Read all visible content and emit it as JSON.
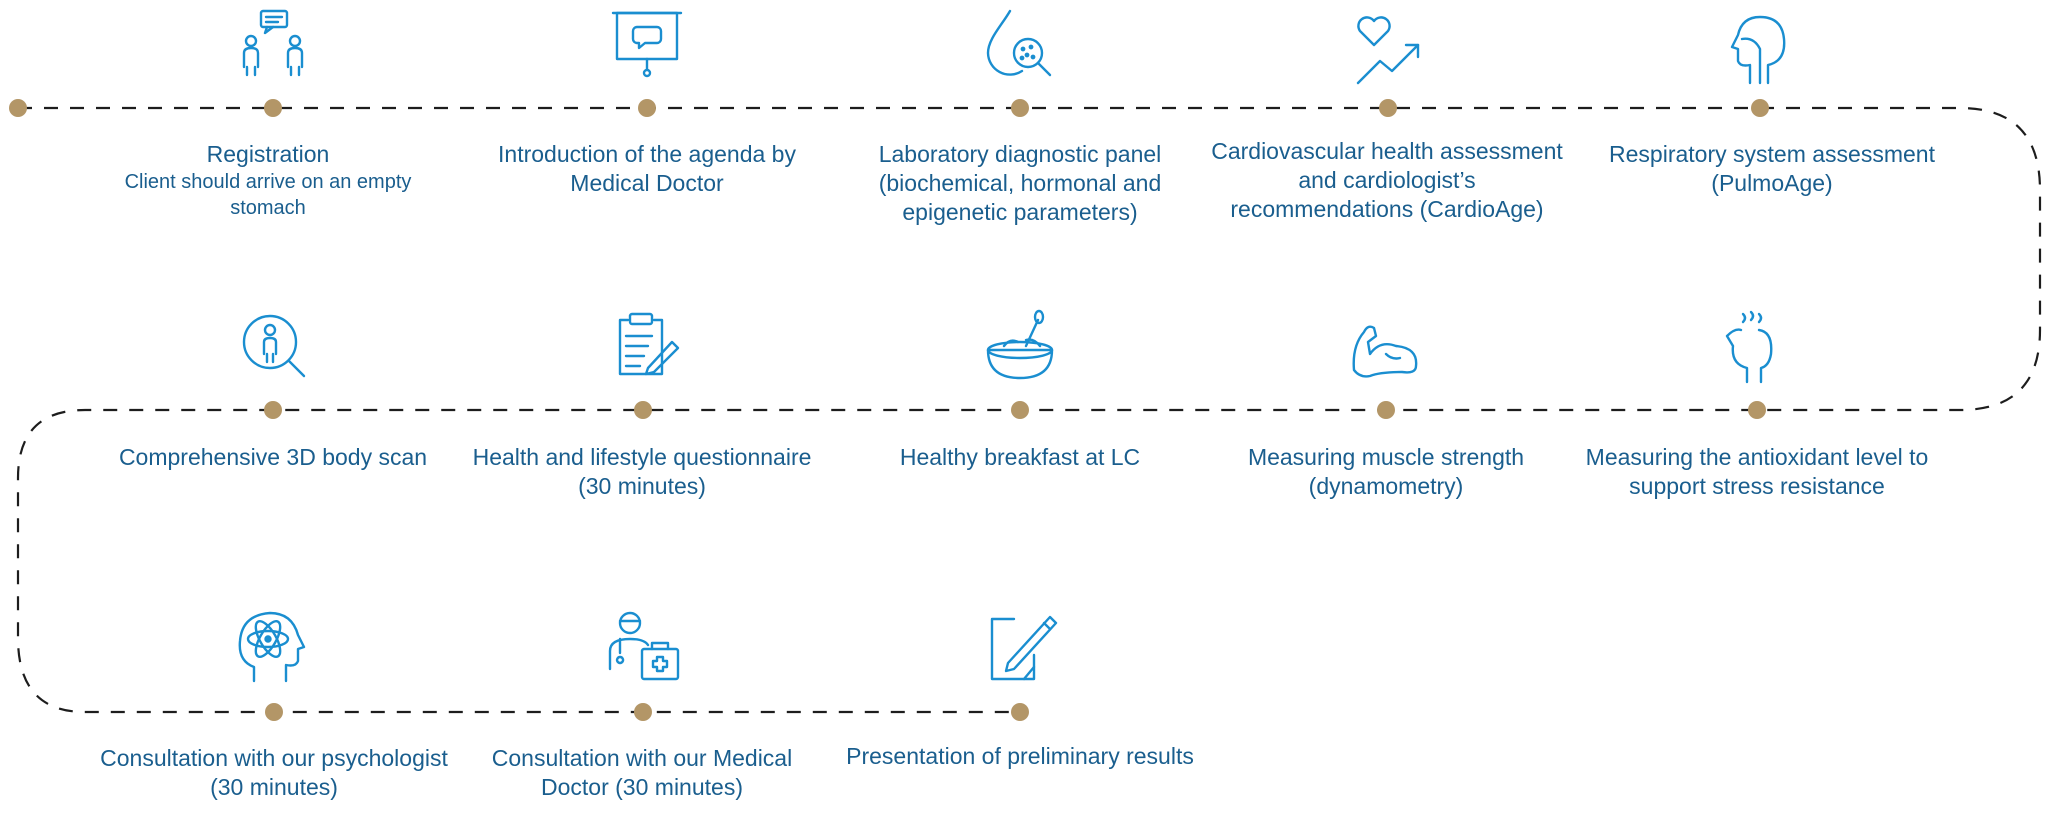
{
  "colors": {
    "accent_blue": "#1a8ed0",
    "text_blue": "#1a5e8e",
    "dot_gold": "#b39667",
    "path": "#1d1d1d"
  },
  "steps": [
    {
      "icon": "two-people-chat-icon",
      "title": "Registration",
      "subtitle": "Client should arrive on an empty stomach"
    },
    {
      "icon": "presentation-board-icon",
      "title": "Introduction of the agenda by Medical Doctor",
      "subtitle": ""
    },
    {
      "icon": "blood-drop-magnifier-icon",
      "title": "Laboratory diagnostic panel (biochemical, hormonal and epigenetic parameters)",
      "subtitle": ""
    },
    {
      "icon": "heart-trend-icon",
      "title": "Cardiovascular health assessment and cardiologist’s recommendations (CardioAge)",
      "subtitle": ""
    },
    {
      "icon": "head-respiratory-icon",
      "title": "Respiratory system assessment (PulmoAge)",
      "subtitle": ""
    },
    {
      "icon": "body-scan-magnifier-icon",
      "title": "Comprehensive 3D body scan",
      "subtitle": ""
    },
    {
      "icon": "clipboard-pencil-icon",
      "title": "Health and lifestyle questionnaire (30 minutes)",
      "subtitle": ""
    },
    {
      "icon": "bowl-spoon-icon",
      "title": "Healthy breakfast at LC",
      "subtitle": ""
    },
    {
      "icon": "flexed-arm-icon",
      "title": "Measuring muscle strength (dynamometry)",
      "subtitle": ""
    },
    {
      "icon": "head-steam-icon",
      "title": "Measuring the antioxidant level to support stress resistance",
      "subtitle": ""
    },
    {
      "icon": "head-atom-icon",
      "title": "Consultation with our psychologist (30 minutes)",
      "subtitle": ""
    },
    {
      "icon": "doctor-medkit-icon",
      "title": "Consultation with our Medical Doctor (30 minutes)",
      "subtitle": ""
    },
    {
      "icon": "document-pen-icon",
      "title": "Presentation of preliminary results",
      "subtitle": ""
    }
  ]
}
